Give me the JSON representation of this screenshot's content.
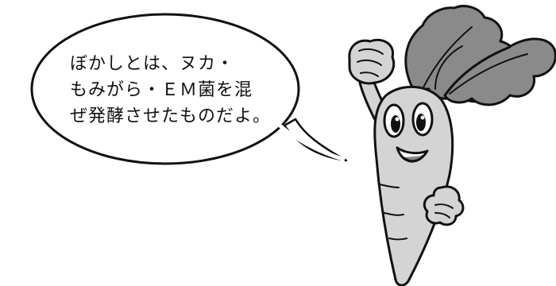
{
  "speech_bubble": {
    "lines": [
      "ぼかしとは、ヌカ・",
      "もみがら・ＥＭ菌を混",
      "ぜ発酵させたものだよ。"
    ]
  },
  "character": {
    "icon": "carrot-mascot-icon",
    "colors": {
      "body": "#d4d4d4",
      "leaves": "#8a8a8a",
      "outline": "#111111"
    }
  }
}
